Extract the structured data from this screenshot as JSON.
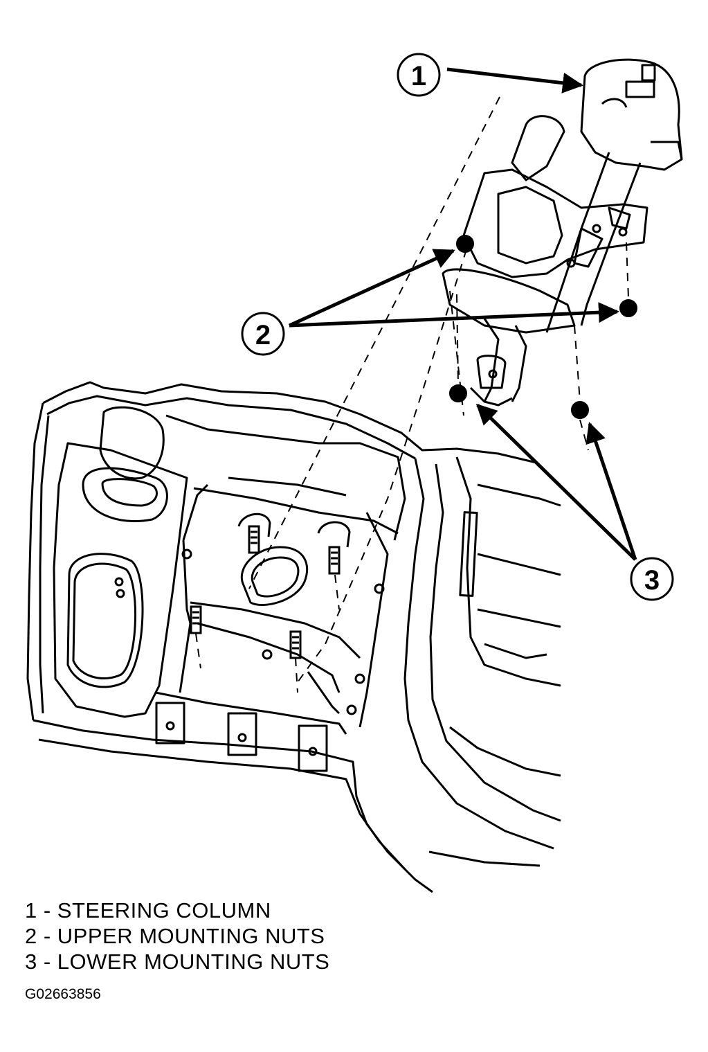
{
  "callouts": [
    {
      "num": "1"
    },
    {
      "num": "2"
    },
    {
      "num": "3"
    }
  ],
  "legend": [
    {
      "text": "1 - STEERING COLUMN"
    },
    {
      "text": "2 - UPPER MOUNTING NUTS"
    },
    {
      "text": "3 - LOWER MOUNTING NUTS"
    }
  ],
  "figure_id": "G02663856"
}
